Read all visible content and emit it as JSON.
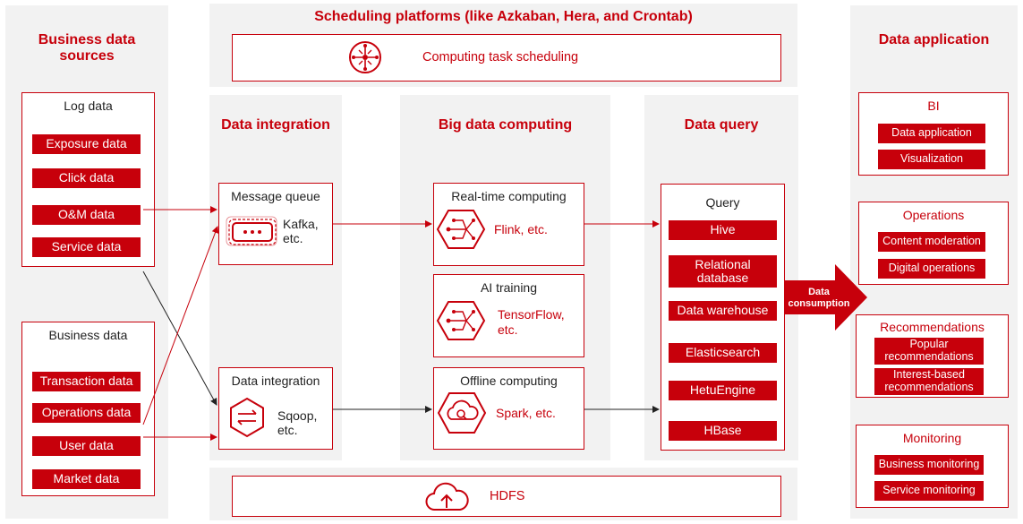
{
  "colors": {
    "accent": "#c7000b",
    "panel": "#f2f2f2",
    "line": "#222222"
  },
  "scheduling": {
    "title": "Scheduling platforms (like Azkaban, Hera, and Crontab)",
    "task_label": "Computing task scheduling",
    "icon": "scheduling-brain-icon"
  },
  "sources": {
    "title_line1": "Business data",
    "title_line2": "sources",
    "log": {
      "title": "Log data",
      "items": [
        "Exposure data",
        "Click data",
        "O&M data",
        "Service data"
      ]
    },
    "business": {
      "title": "Business data",
      "items": [
        "Transaction data",
        "Operations data",
        "User data",
        "Market data"
      ]
    }
  },
  "integration": {
    "title": "Data integration",
    "message_queue": {
      "title": "Message queue",
      "tool": "Kafka,\netc.",
      "icon": "message-queue-icon"
    },
    "data_integration": {
      "title": "Data integration",
      "tool": "Sqoop,\netc.",
      "icon": "sync-arrows-icon"
    }
  },
  "computing": {
    "title": "Big data computing",
    "realtime": {
      "title": "Real-time computing",
      "tool": "Flink, etc.",
      "icon": "network-hex-icon"
    },
    "ai": {
      "title": "AI training",
      "tool": "TensorFlow,\netc.",
      "icon": "network-hex-icon"
    },
    "offline": {
      "title": "Offline computing",
      "tool": "Spark, etc.",
      "icon": "cloud-search-icon"
    }
  },
  "query": {
    "title": "Data query",
    "box_title": "Query",
    "items": [
      "Hive",
      "Relational\ndatabase",
      "Data warehouse",
      "Elasticsearch",
      "HetuEngine",
      "HBase"
    ]
  },
  "consumption": {
    "label": "Data\nconsumption"
  },
  "hdfs": {
    "label": "HDFS",
    "icon": "cloud-upload-icon"
  },
  "application": {
    "title": "Data application",
    "groups": [
      {
        "title": "BI",
        "items": [
          "Data application",
          "Visualization"
        ]
      },
      {
        "title": "Operations",
        "items": [
          "Content moderation",
          "Digital operations"
        ]
      },
      {
        "title": "Recommendations",
        "items": [
          "Popular\nrecommendations",
          "Interest-based\nrecommendations"
        ]
      },
      {
        "title": "Monitoring",
        "items": [
          "Business monitoring",
          "Service monitoring"
        ]
      }
    ]
  }
}
